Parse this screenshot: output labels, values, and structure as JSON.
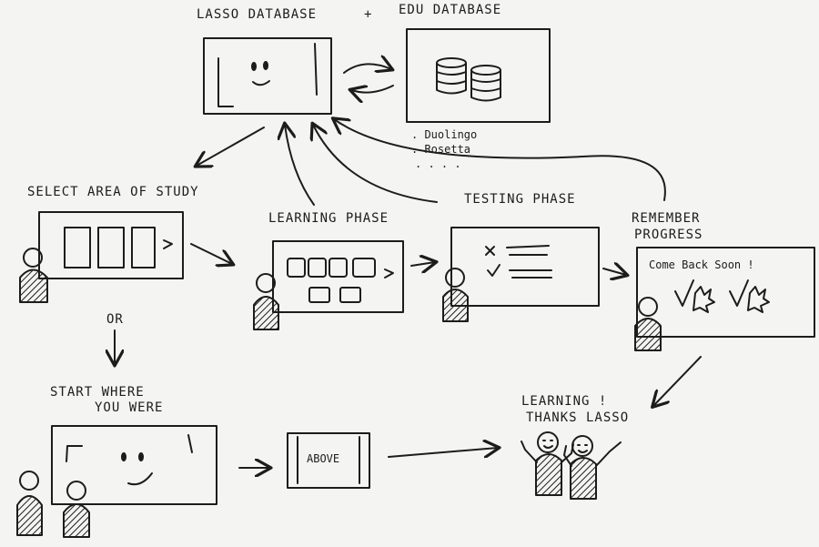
{
  "labels": {
    "lasso_db": "LASSO DATABASE",
    "plus": "+",
    "edu_db": "EDU DATABASE",
    "duolingo": ". Duolingo",
    "rosetta": ". Rosetta",
    "ellipsis": ". . . .",
    "select_area": "SELECT AREA OF STUDY",
    "learning_phase": "LEARNING PHASE",
    "testing_phase": "TESTING PHASE",
    "remember": "REMEMBER",
    "progress": "PROGRESS",
    "come_back": "Come Back Soon !",
    "or": "OR",
    "start_where_1": "START WHERE",
    "start_where_2": "YOU WERE",
    "above": "ABOVE",
    "learning_1": "LEARNING !",
    "learning_2": "THANKS LASSO"
  },
  "colors": {
    "ink": "#1c1c1c",
    "paper": "#f4f4f2"
  }
}
